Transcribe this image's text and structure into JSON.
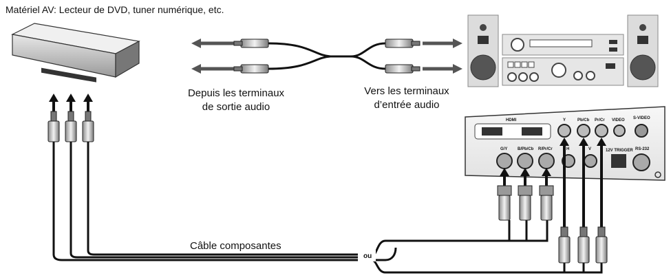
{
  "title": "Matériel AV: Lecteur de DVD, tuner numérique, etc.",
  "labels": {
    "from_line1": "Depuis les terminaux",
    "from_line2": "de sortie audio",
    "to_line1": "Vers les terminaux",
    "to_line2": "d’entrée audio",
    "cable": "Câble composantes",
    "or": "ou"
  },
  "panel": {
    "hdmi": "HDMI",
    "gy": "G/Y",
    "bpb": "B/Pb/Cb",
    "rpr": "R/Pr/Cr",
    "h": "H",
    "v": "V",
    "y": "Y",
    "pb": "Pb/Cb",
    "pr": "Pr/Cr",
    "video": "VIDEO",
    "svideo": "S-VIDEO",
    "trigger": "12V TRIGGER",
    "rs232": "RS-232"
  }
}
